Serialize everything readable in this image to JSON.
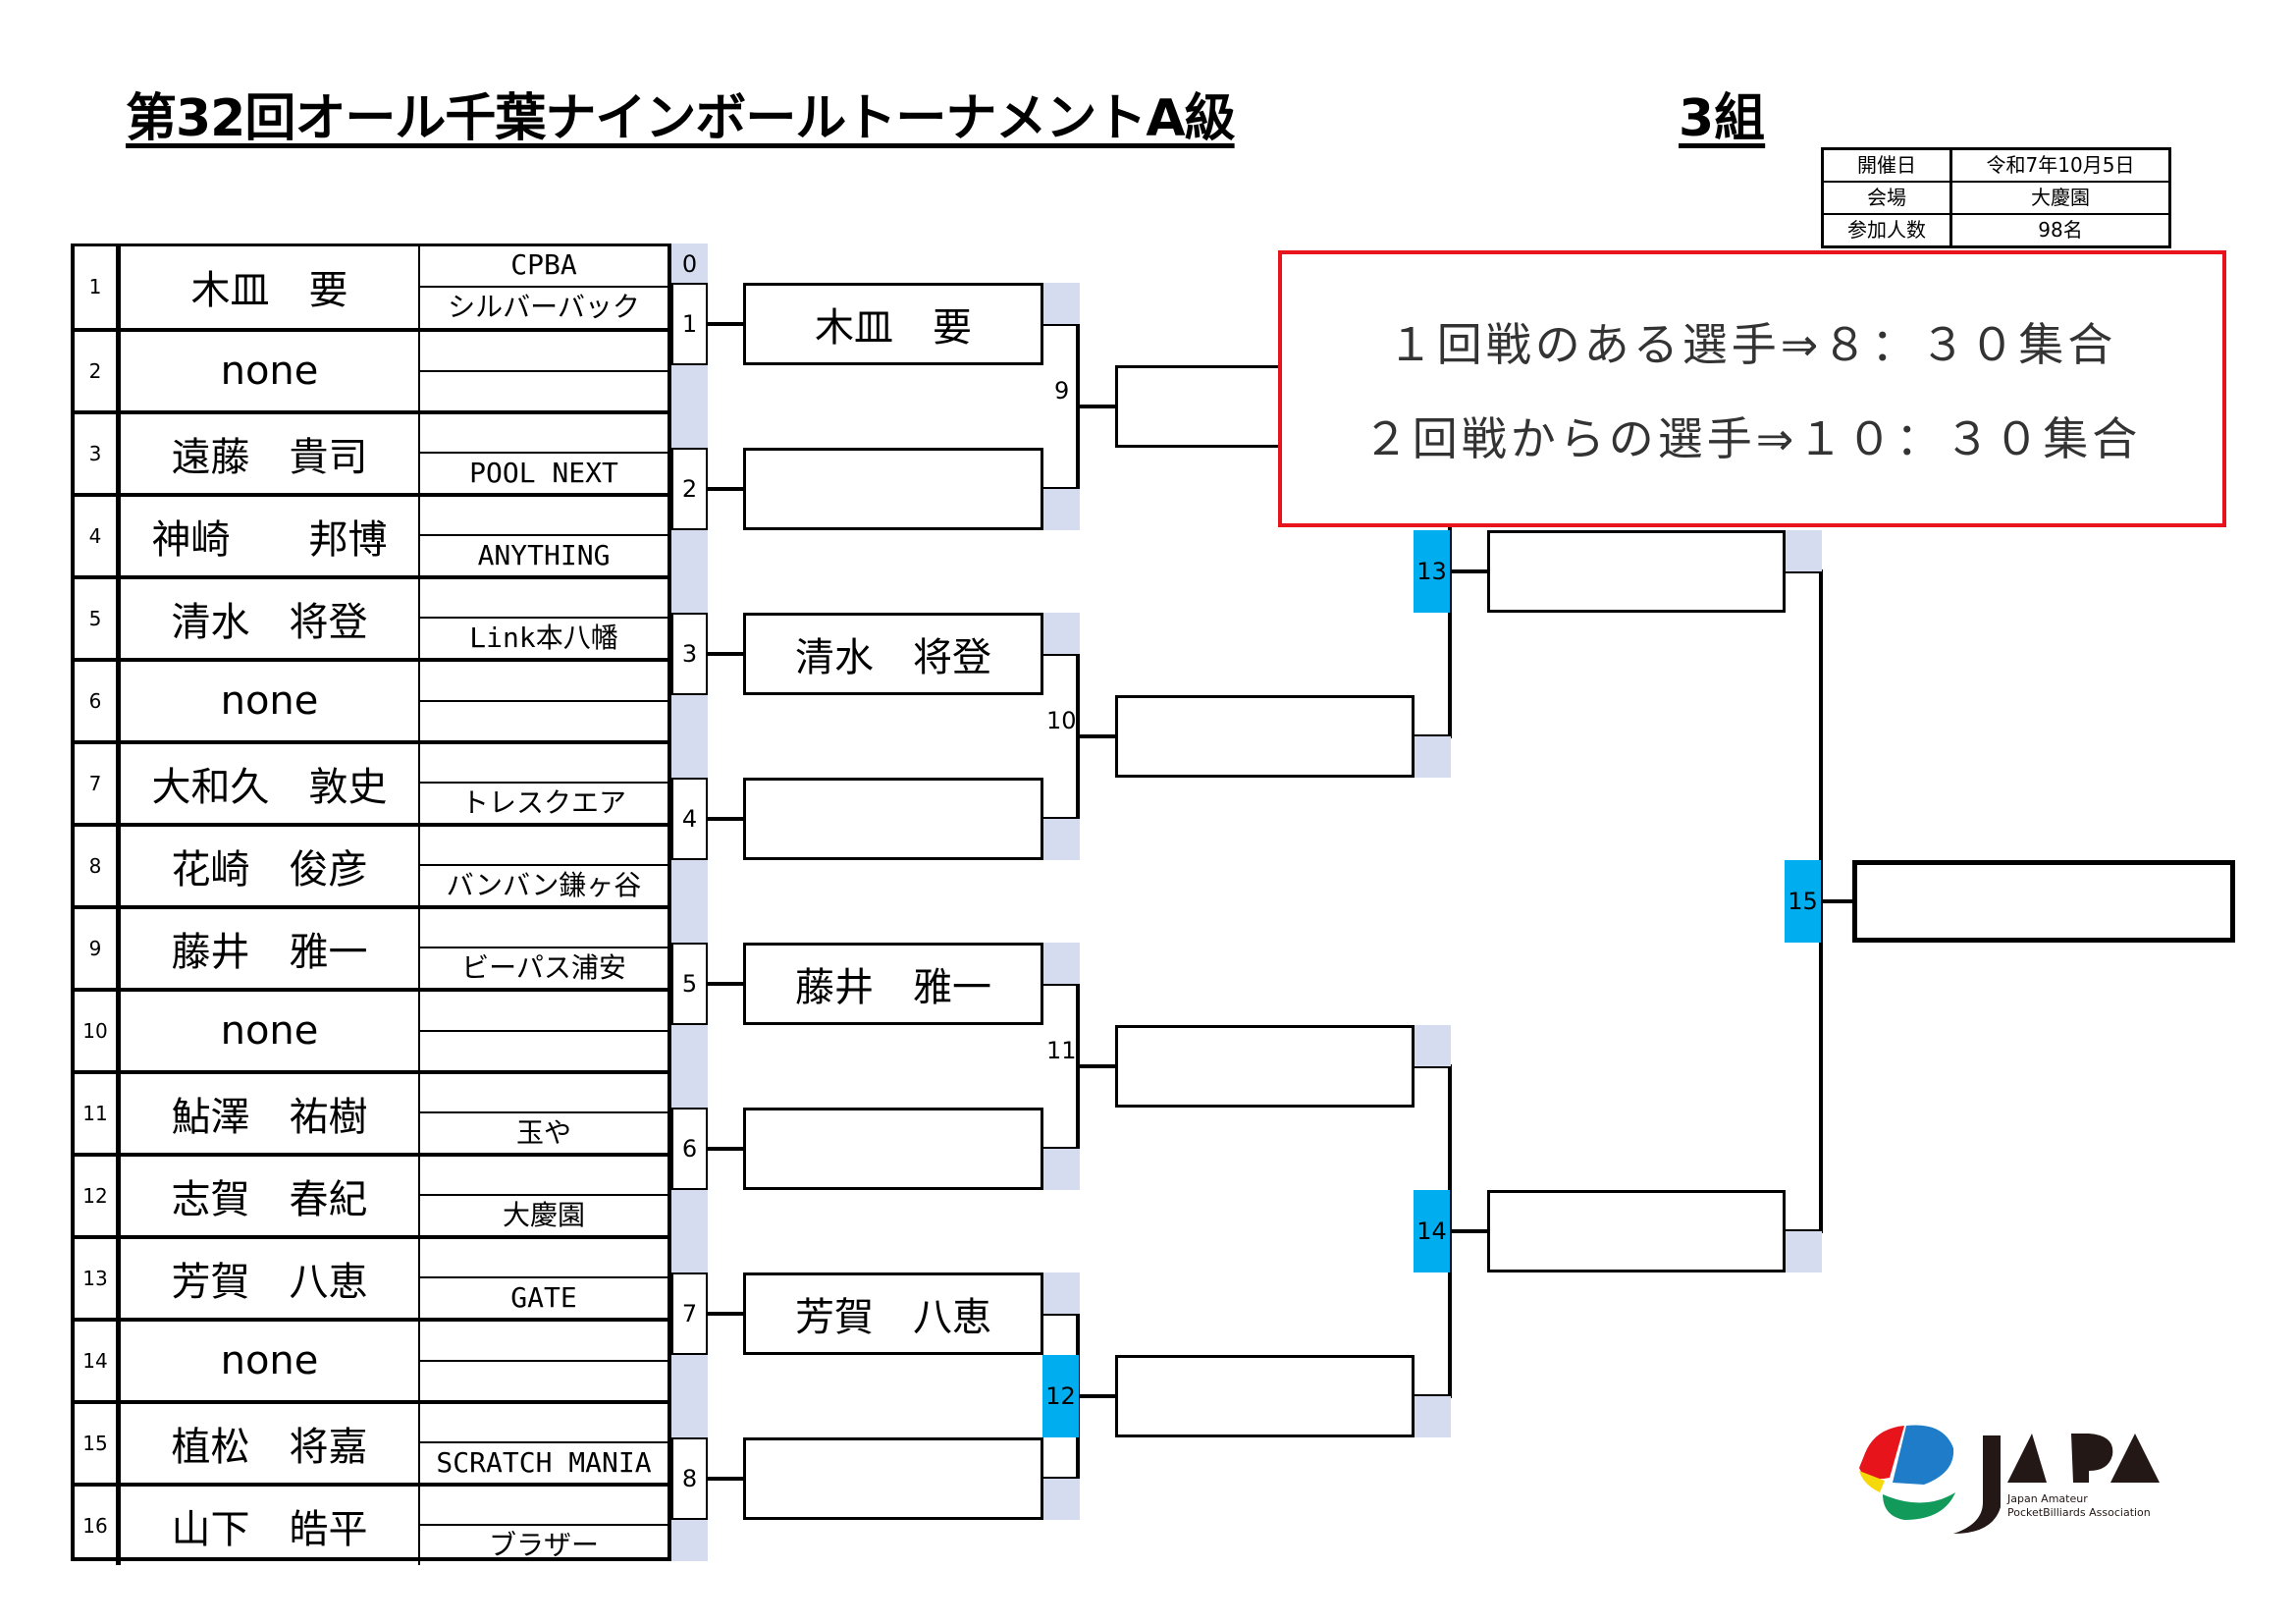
{
  "header": {
    "title": "第32回オール千葉ナインボールトーナメントA級",
    "group": "3組"
  },
  "info": [
    {
      "key": "開催日",
      "value": "令和7年10月5日"
    },
    {
      "key": "会場",
      "value": "大慶園"
    },
    {
      "key": "参加人数",
      "value": "98名"
    }
  ],
  "players": [
    {
      "num": "1",
      "name": "木皿　要",
      "club_top": "CPBA",
      "club": "シルバーバック"
    },
    {
      "num": "2",
      "name": "none",
      "club_top": "",
      "club": ""
    },
    {
      "num": "3",
      "name": "遠藤　貴司",
      "club_top": "",
      "club": "POOL NEXT"
    },
    {
      "num": "4",
      "name": "神崎　　邦博",
      "club_top": "",
      "club": "ANYTHING"
    },
    {
      "num": "5",
      "name": "清水　将登",
      "club_top": "",
      "club": "Link本八幡"
    },
    {
      "num": "6",
      "name": "none",
      "club_top": "",
      "club": ""
    },
    {
      "num": "7",
      "name": "大和久　敦史",
      "club_top": "",
      "club": "トレスクエア"
    },
    {
      "num": "8",
      "name": "花崎　俊彦",
      "club_top": "",
      "club": "バンバン鎌ヶ谷"
    },
    {
      "num": "9",
      "name": "藤井　雅一",
      "club_top": "",
      "club": "ビーパス浦安"
    },
    {
      "num": "10",
      "name": "none",
      "club_top": "",
      "club": ""
    },
    {
      "num": "11",
      "name": "鮎澤　祐樹",
      "club_top": "",
      "club": "玉や"
    },
    {
      "num": "12",
      "name": "志賀　春紀",
      "club_top": "",
      "club": "大慶園"
    },
    {
      "num": "13",
      "name": "芳賀　八恵",
      "club_top": "",
      "club": "GATE"
    },
    {
      "num": "14",
      "name": "none",
      "club_top": "",
      "club": ""
    },
    {
      "num": "15",
      "name": "植松　将嘉",
      "club_top": "",
      "club": "SCRATCH MANIA"
    },
    {
      "num": "16",
      "name": "山下　皓平",
      "club_top": "",
      "club": "ブラザー"
    }
  ],
  "bracket": {
    "seed_zero": "0",
    "round1": [
      {
        "match": "1",
        "winner": "木皿　要"
      },
      {
        "match": "2",
        "winner": ""
      },
      {
        "match": "3",
        "winner": "清水　将登"
      },
      {
        "match": "4",
        "winner": ""
      },
      {
        "match": "5",
        "winner": "藤井　雅一"
      },
      {
        "match": "6",
        "winner": ""
      },
      {
        "match": "7",
        "winner": "芳賀　八恵"
      },
      {
        "match": "8",
        "winner": ""
      }
    ],
    "round2": [
      {
        "match": "9",
        "winner": ""
      },
      {
        "match": "10",
        "winner": ""
      },
      {
        "match": "11",
        "winner": ""
      },
      {
        "match": "12",
        "winner": "",
        "highlight": true
      }
    ],
    "round3": [
      {
        "match": "13",
        "winner": "",
        "highlight": true
      },
      {
        "match": "14",
        "winner": "",
        "highlight": true
      }
    ],
    "final": {
      "match": "15",
      "winner": "",
      "highlight": true
    }
  },
  "notice": {
    "line1": "１回戦のある選手⇒８：３０集合",
    "line2": "２回戦からの選手⇒１０：３０集合"
  },
  "logo": {
    "text": "JAPA",
    "line1": "Japan Amateur",
    "line2": "PocketBilliards Association"
  },
  "colors": {
    "seed_bg": "#d6dcef",
    "highlight": "#00aeef",
    "notice_border": "#e8141b"
  }
}
